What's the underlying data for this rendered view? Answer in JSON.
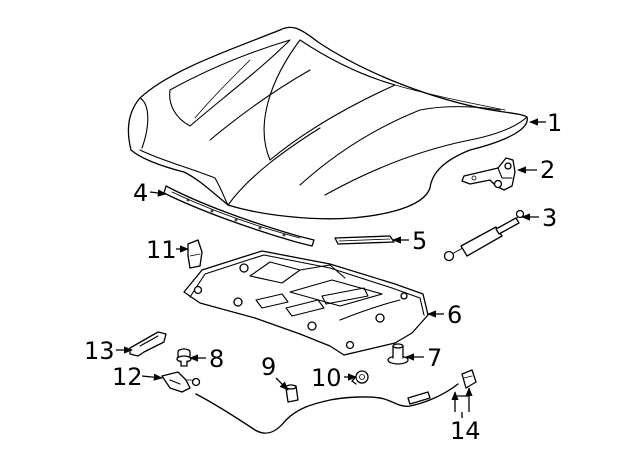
{
  "diagram": {
    "style": "exploded parts diagram, black line art on white",
    "callouts": [
      {
        "number": "1",
        "part": "hood"
      },
      {
        "number": "2",
        "part": "hinge"
      },
      {
        "number": "3",
        "part": "support strut"
      },
      {
        "number": "4",
        "part": "seal"
      },
      {
        "number": "5",
        "part": "seal"
      },
      {
        "number": "6",
        "part": "insulator"
      },
      {
        "number": "7",
        "part": "bumper"
      },
      {
        "number": "8",
        "part": "bumper"
      },
      {
        "number": "9",
        "part": "cable end"
      },
      {
        "number": "10",
        "part": "retainer"
      },
      {
        "number": "11",
        "part": "bumper"
      },
      {
        "number": "12",
        "part": "latch"
      },
      {
        "number": "13",
        "part": "bracket"
      },
      {
        "number": "14",
        "part": "release cable and handle"
      }
    ]
  }
}
